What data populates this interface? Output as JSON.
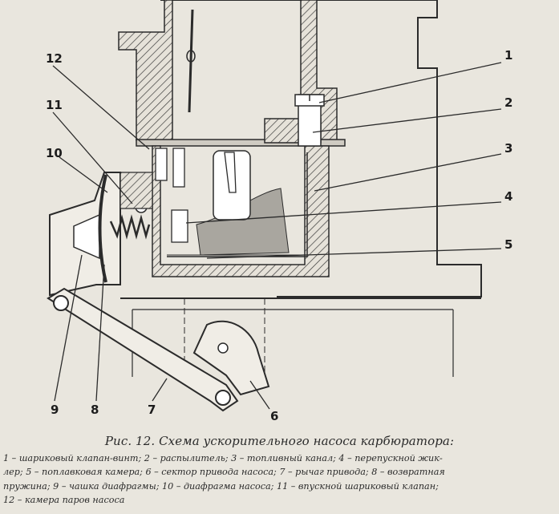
{
  "callouts": [
    "1",
    "2",
    "3",
    "4",
    "5",
    "6",
    "7",
    "8",
    "9",
    "10",
    "11",
    "12"
  ],
  "caption": {
    "title": "Рис. 12. Схема ускорительного насоса карбюратора:",
    "lines": [
      "1 – шариковый клапан-винт; 2 – распылитель; 3 – топливный канал; 4 – перепускной жик-",
      "лер; 5 – поплавковая камера; 6 – сектор привода насоса; 7 – рычаг привода; 8 – возвратная",
      "пружина; 9 – чашка диафрагмы; 10 – диафрагма насоса; 11 – впускной шариковый клапан;",
      "12 – камера паров насоса"
    ]
  }
}
